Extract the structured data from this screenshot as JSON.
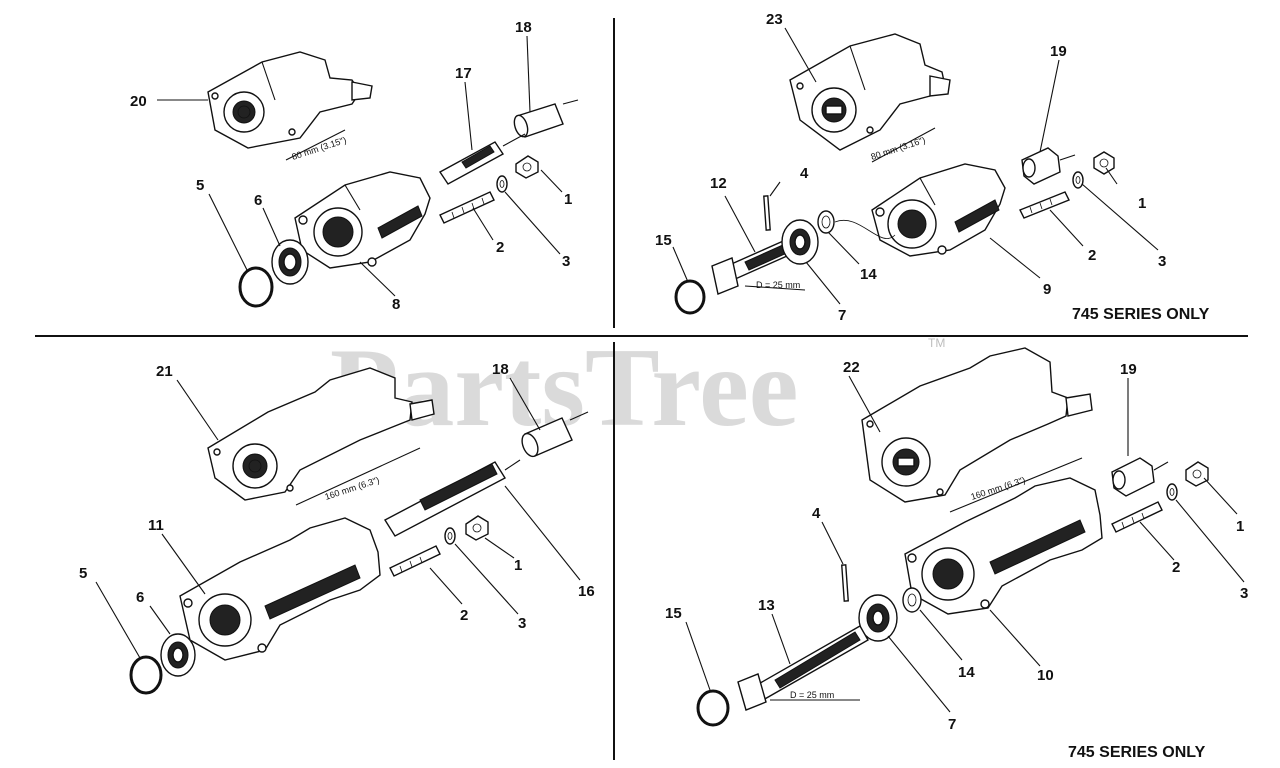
{
  "watermark": {
    "text": "PartsTree",
    "trademark": "TM"
  },
  "callouts": [
    {
      "id": "c20a",
      "text": "20"
    },
    {
      "id": "c18a",
      "text": "18"
    },
    {
      "id": "c17a",
      "text": "17"
    },
    {
      "id": "c1a",
      "text": "1"
    },
    {
      "id": "c2a",
      "text": "2"
    },
    {
      "id": "c3a",
      "text": "3"
    },
    {
      "id": "c5a",
      "text": "5"
    },
    {
      "id": "c6a",
      "text": "6"
    },
    {
      "id": "c8a",
      "text": "8"
    },
    {
      "id": "c23b",
      "text": "23"
    },
    {
      "id": "c19b",
      "text": "19"
    },
    {
      "id": "c12b",
      "text": "12"
    },
    {
      "id": "c4b",
      "text": "4"
    },
    {
      "id": "c15b",
      "text": "15"
    },
    {
      "id": "c14b",
      "text": "14"
    },
    {
      "id": "c7b",
      "text": "7"
    },
    {
      "id": "c9b",
      "text": "9"
    },
    {
      "id": "c2b",
      "text": "2"
    },
    {
      "id": "c3b",
      "text": "3"
    },
    {
      "id": "c1b",
      "text": "1"
    },
    {
      "id": "c21c",
      "text": "21"
    },
    {
      "id": "c18c",
      "text": "18"
    },
    {
      "id": "c11c",
      "text": "11"
    },
    {
      "id": "c5c",
      "text": "5"
    },
    {
      "id": "c6c",
      "text": "6"
    },
    {
      "id": "c1c",
      "text": "1"
    },
    {
      "id": "c2c",
      "text": "2"
    },
    {
      "id": "c3c",
      "text": "3"
    },
    {
      "id": "c16c",
      "text": "16"
    },
    {
      "id": "c22d",
      "text": "22"
    },
    {
      "id": "c19d",
      "text": "19"
    },
    {
      "id": "c4d",
      "text": "4"
    },
    {
      "id": "c13d",
      "text": "13"
    },
    {
      "id": "c15d",
      "text": "15"
    },
    {
      "id": "c14d",
      "text": "14"
    },
    {
      "id": "c7d",
      "text": "7"
    },
    {
      "id": "c10d",
      "text": "10"
    },
    {
      "id": "c2d",
      "text": "2"
    },
    {
      "id": "c1d",
      "text": "1"
    },
    {
      "id": "c3d",
      "text": "3"
    }
  ],
  "dimensions": {
    "top_left_housing": "80 mm (3.15\")",
    "top_right_housing": "80 mm (3.16\")",
    "bottom_left_housing": "160 mm (6.3\")",
    "bottom_right_housing": "160 mm (6.3\")",
    "top_right_shaft": "D = 25 mm",
    "bottom_right_shaft": "D = 25 mm"
  },
  "notes": {
    "top_right": "745 SERIES ONLY",
    "bottom_right": "745 SERIES ONLY"
  }
}
